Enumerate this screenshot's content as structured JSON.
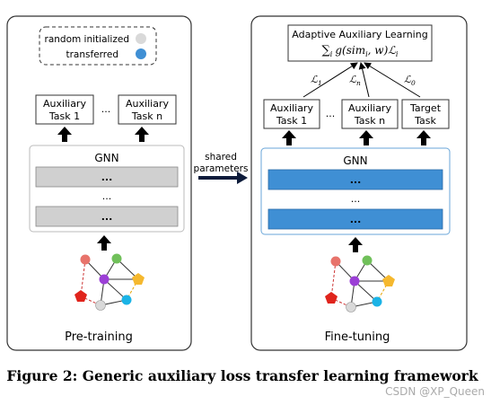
{
  "legend": {
    "random_label": "random initialized",
    "transferred_label": "transferred",
    "random_color": "#d9d9d9",
    "transferred_color": "#3f8fd4"
  },
  "pretrain": {
    "title": "Pre-training",
    "task1": [
      "Auxiliary",
      "Task 1"
    ],
    "taskn": [
      "Auxiliary",
      "Task n"
    ],
    "ellipsis": "...",
    "gnn_title": "GNN",
    "layer_dots": "...",
    "mid_dots": "...",
    "layer_color": "#d0d0d0"
  },
  "transfer": {
    "label_line1": "shared",
    "label_line2": "parameters"
  },
  "finetune": {
    "title": "Fine-tuning",
    "adaptive_title": "Adaptive Auxiliary Learning",
    "formula_sum": "∑",
    "formula_sub": "i",
    "formula_body": "g(sim",
    "formula_body_sub": "i",
    "formula_tail": ", w)ℒ",
    "formula_tail_sub": "i",
    "loss1": "ℒ",
    "loss1_sub": "1",
    "lossn": "ℒ",
    "lossn_sub": "n",
    "loss0": "ℒ",
    "loss0_sub": "0",
    "task1": [
      "Auxiliary",
      "Task 1"
    ],
    "taskn": [
      "Auxiliary",
      "Task n"
    ],
    "target": [
      "Target",
      "Task"
    ],
    "ellipsis": "...",
    "gnn_title": "GNN",
    "layer_dots": "...",
    "mid_dots": "...",
    "layer_color": "#3f8fd4"
  },
  "caption": "Figure 2: Generic auxiliary loss transfer learning framework",
  "watermark": "CSDN @XP_Queen"
}
